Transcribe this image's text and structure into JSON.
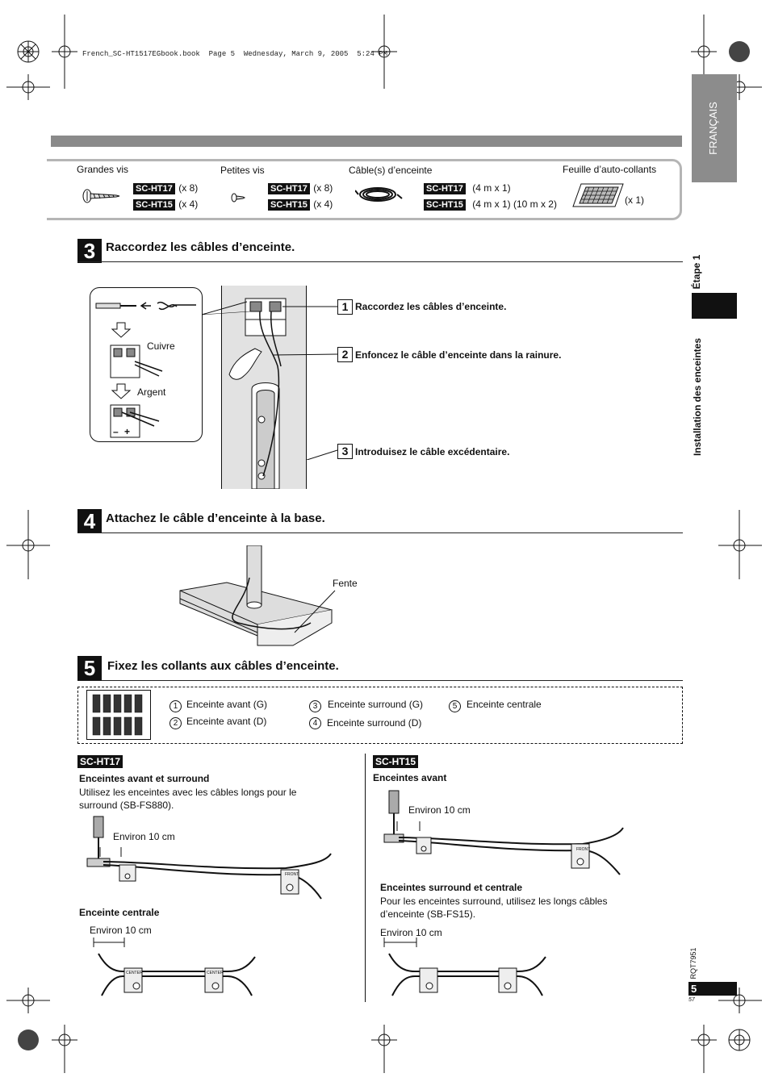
{
  "header": {
    "file_line": "French_SC-HT1517EGbook.book  Page 5  Wednesday, March 9, 2005  5:24 PM"
  },
  "side": {
    "language_tab": "FRANÇAIS",
    "section_label": "Installation des enceintes",
    "step_label": "Étape 1",
    "doc_code": "RQT7951",
    "page_number": "5",
    "page_small": "57"
  },
  "accessories": {
    "large_screws": {
      "label": "Grandes vis",
      "ht17": "SC-HT17",
      "ht17_qty": "(x 8)",
      "ht15": "SC-HT15",
      "ht15_qty": "(x 4)"
    },
    "small_screws": {
      "label": "Petites vis",
      "ht17": "SC-HT17",
      "ht17_qty": "(x 8)",
      "ht15": "SC-HT15",
      "ht15_qty": "(x 4)"
    },
    "cables": {
      "label": "Câble(s) d’enceinte",
      "ht17": "SC-HT17",
      "ht17_qty": "(4 m x 1)",
      "ht15": "SC-HT15",
      "ht15_qty": "(4 m x 1) (10 m x 2)"
    },
    "stickers": {
      "label": "Feuille d’auto-collants",
      "qty": "(x 1)"
    }
  },
  "step3": {
    "number": "3",
    "title": "Raccordez les câbles d’enceinte.",
    "copper": "Cuivre",
    "silver": "Argent",
    "minus": "–",
    "plus": "+",
    "sub": [
      {
        "num": "1",
        "text": "Raccordez les câbles d’enceinte."
      },
      {
        "num": "2",
        "text": "Enfoncez le câble d’enceinte dans la rainure."
      },
      {
        "num": "3",
        "text": "Introduisez le câble excédentaire."
      }
    ]
  },
  "step4": {
    "number": "4",
    "title": "Attachez le câble d’enceinte à la base.",
    "slot": "Fente"
  },
  "step5": {
    "number": "5",
    "title": "Fixez les collants aux câbles d’enceinte.",
    "legend": [
      {
        "num": "1",
        "text": "Enceinte avant (G)"
      },
      {
        "num": "2",
        "text": "Enceinte avant (D)"
      },
      {
        "num": "3",
        "text": "Enceinte surround (G)"
      },
      {
        "num": "4",
        "text": "Enceinte surround (D)"
      },
      {
        "num": "5",
        "text": "Enceinte centrale"
      }
    ]
  },
  "ht17": {
    "badge": "SC-HT17",
    "front_title": "Enceintes avant et surround",
    "front_text": "Utilisez les enceintes avec les câbles longs pour le surround (SB-FS880).",
    "approx1": "Environ 10 cm",
    "center_title": "Enceinte centrale",
    "approx2": "Environ 10 cm"
  },
  "ht15": {
    "badge": "SC-HT15",
    "front_title": "Enceintes avant",
    "approx1": "Environ 10 cm",
    "surround_title": "Enceintes surround et centrale",
    "surround_text": "Pour les enceintes surround, utilisez les longs câbles d’enceinte (SB-FS15).",
    "approx2": "Environ 10 cm"
  },
  "tags": {
    "front": "FRONT",
    "center": "CENTER"
  },
  "colors": {
    "header_bar": "#8a8a8a",
    "tab_gray": "#8c8c8c",
    "black": "#111111",
    "pole_bg": "#e2e2e2"
  }
}
